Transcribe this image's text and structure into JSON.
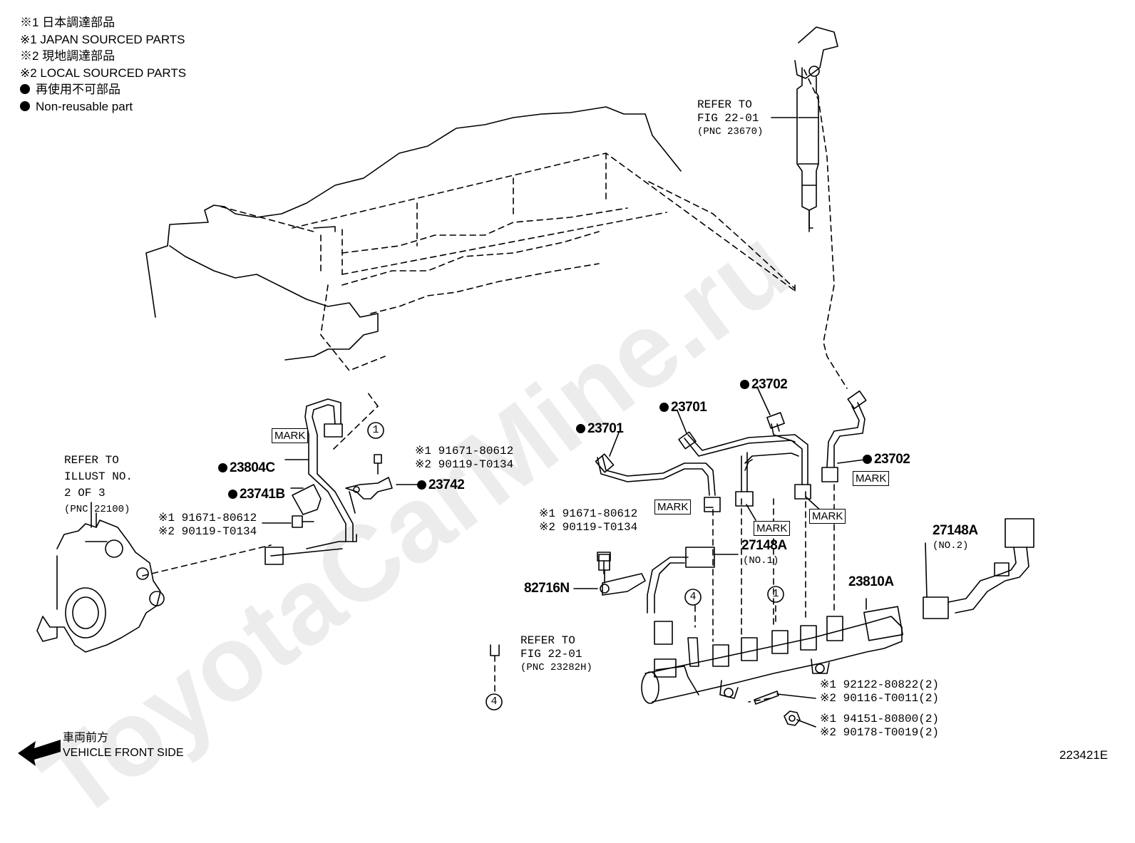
{
  "legend": {
    "line1": "※1 日本調達部品",
    "line2": "※1 JAPAN SOURCED PARTS",
    "line3": "※2 現地調達部品",
    "line4": "※2 LOCAL SOURCED PARTS",
    "line5": "再使用不可部品",
    "line6": "Non-reusable part"
  },
  "watermark": "ToyotaCarMine.ru",
  "refs": {
    "injector": [
      "REFER TO",
      "FIG 22-01",
      "(PNC 23670)"
    ],
    "pump": [
      "REFER TO",
      "ILLUST NO.",
      "2 OF 3",
      "(PNC 22100)"
    ],
    "rail": [
      "REFER TO",
      "FIG 22-01",
      "(PNC 23282H)"
    ]
  },
  "parts": {
    "p23804C": "23804C",
    "p23741B": "23741B",
    "p23742": "23742",
    "p23701a": "23701",
    "p23701b": "23701",
    "p23702a": "23702",
    "p23702b": "23702",
    "p27148A_1": "27148A",
    "p27148A_1_sub": "(NO.1)",
    "p27148A_2": "27148A",
    "p27148A_2_sub": "(NO.2)",
    "p23810A": "23810A",
    "p82716N": "82716N"
  },
  "notes": {
    "bolt_top_1": "※1 91671-80612",
    "bolt_top_2": "※2 90119-T0134",
    "bolt_left_1": "※1 91671-80612",
    "bolt_left_2": "※2 90119-T0134",
    "bolt_mid_1": "※1 91671-80612",
    "bolt_mid_2": "※2 90119-T0134",
    "stud_1": "※1 92122-80822(2)",
    "stud_2": "※2 90116-T0011(2)",
    "nut_1": "※1 94151-80800(2)",
    "nut_2": "※2 90178-T0019(2)"
  },
  "marks": [
    "MARK",
    "MARK",
    "MARK",
    "MARK",
    "MARK"
  ],
  "callouts": [
    "1",
    "1",
    "4",
    "4"
  ],
  "front": {
    "jp": "車両前方",
    "en": "VEHICLE FRONT SIDE"
  },
  "code": "223421E"
}
